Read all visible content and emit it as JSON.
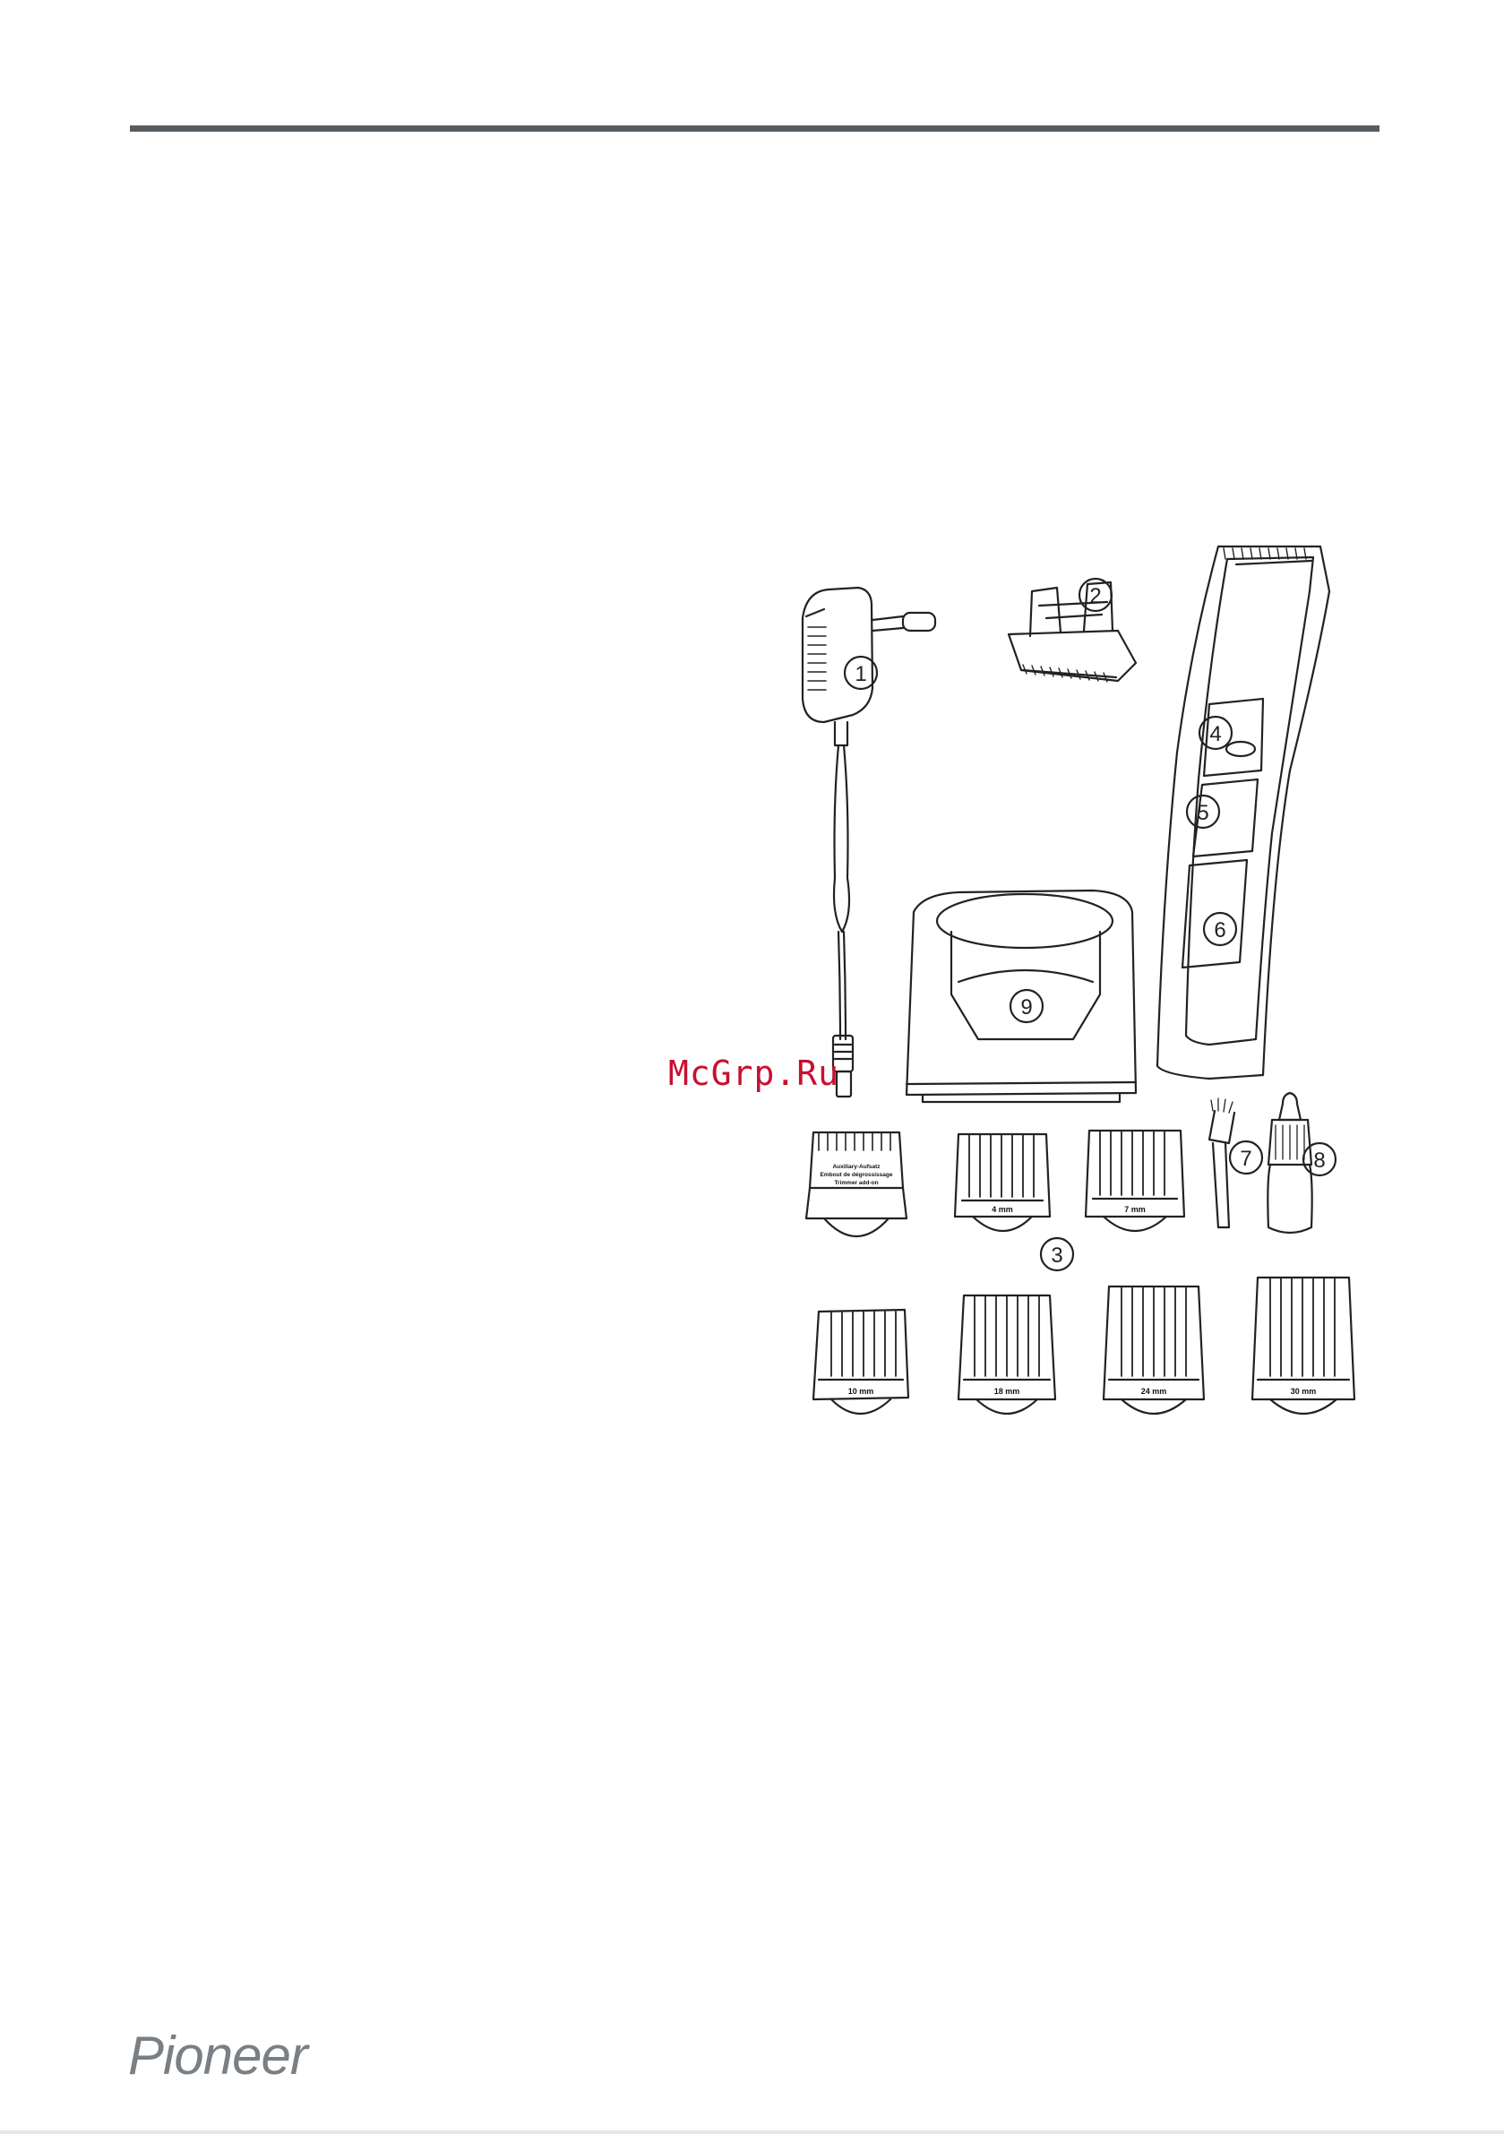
{
  "header": {
    "rule_color": "#575c61"
  },
  "figure": {
    "callouts": [
      "1",
      "2",
      "3",
      "4",
      "5",
      "6",
      "7",
      "8",
      "9"
    ],
    "trimmer_attachment_lines": [
      "Auxiliary-Aufsatz",
      "Embout de dégrossissage",
      "Trimmer add-on"
    ],
    "combs": [
      "4 mm",
      "7 mm",
      "10 mm",
      "18 mm",
      "24 mm",
      "30 mm"
    ]
  },
  "watermark": {
    "text": "McGrp.Ru",
    "color": "#c8102e"
  },
  "footer": {
    "brand": "Pioneer",
    "brand_color": "#7a7f84"
  }
}
